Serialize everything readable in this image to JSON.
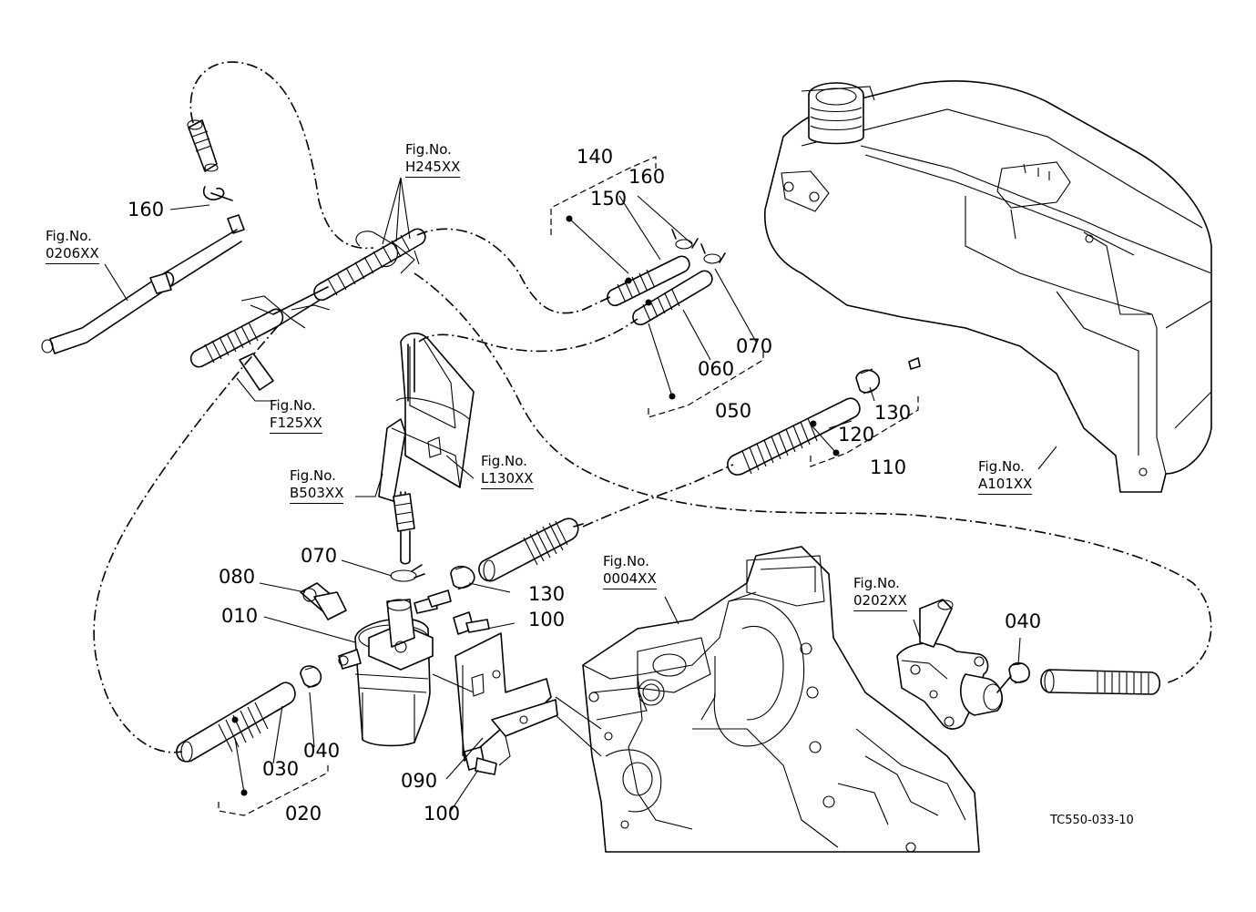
{
  "diagram": {
    "drawing_code": "TC550-033-10",
    "part_labels": [
      {
        "id": "p160a",
        "text": "160"
      },
      {
        "id": "p140",
        "text": "140"
      },
      {
        "id": "p150",
        "text": "150"
      },
      {
        "id": "p160b",
        "text": "160"
      },
      {
        "id": "p070a",
        "text": "070"
      },
      {
        "id": "p060",
        "text": "060"
      },
      {
        "id": "p050",
        "text": "050"
      },
      {
        "id": "p130a",
        "text": "130"
      },
      {
        "id": "p120",
        "text": "120"
      },
      {
        "id": "p110",
        "text": "110"
      },
      {
        "id": "p070b",
        "text": "070"
      },
      {
        "id": "p080",
        "text": "080"
      },
      {
        "id": "p130b",
        "text": "130"
      },
      {
        "id": "p010",
        "text": "010"
      },
      {
        "id": "p100a",
        "text": "100"
      },
      {
        "id": "p040a",
        "text": "040"
      },
      {
        "id": "p030",
        "text": "030"
      },
      {
        "id": "p040b",
        "text": "040"
      },
      {
        "id": "p090",
        "text": "090"
      },
      {
        "id": "p100b",
        "text": "100"
      },
      {
        "id": "p020",
        "text": "020"
      }
    ],
    "figure_refs": [
      {
        "id": "f0206",
        "prefix": "Fig.No.",
        "code": "0206XX"
      },
      {
        "id": "fh245",
        "prefix": "Fig.No.",
        "code": "H245XX"
      },
      {
        "id": "ff125",
        "prefix": "Fig.No.",
        "code": "F125XX"
      },
      {
        "id": "fb503",
        "prefix": "Fig.No.",
        "code": "B503XX"
      },
      {
        "id": "fl130",
        "prefix": "Fig.No.",
        "code": "L130XX"
      },
      {
        "id": "fa101",
        "prefix": "Fig.No.",
        "code": "A101XX"
      },
      {
        "id": "f0004",
        "prefix": "Fig.No.",
        "code": "0004XX"
      },
      {
        "id": "f0202",
        "prefix": "Fig.No.",
        "code": "0202XX"
      }
    ]
  }
}
